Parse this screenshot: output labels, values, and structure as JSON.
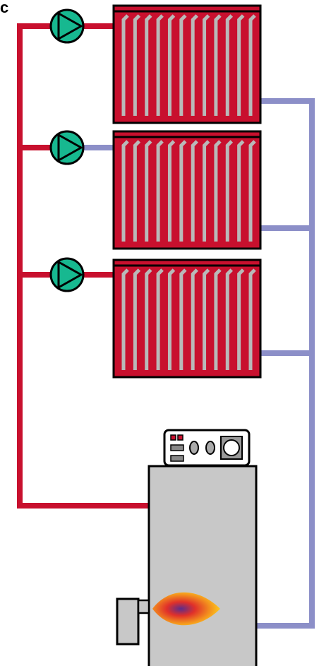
{
  "corner_label": "c",
  "colors": {
    "supply_pipe": "#c8102e",
    "return_pipe": "#8c8fc8",
    "radiator_fill": "#c8102e",
    "radiator_fin": "#b9b9b9",
    "pump_fill": "#17b890",
    "boiler_body": "#c8c8c8",
    "burner_housing": "#c8c8c8",
    "control_panel": "#ffffff",
    "outline": "#000000"
  },
  "components": {
    "radiators": [
      {
        "name": "radiator-1",
        "icon": "radiator-icon"
      },
      {
        "name": "radiator-2",
        "icon": "radiator-icon"
      },
      {
        "name": "radiator-3",
        "icon": "radiator-icon"
      }
    ],
    "pumps": [
      {
        "name": "pump-1",
        "icon": "pump-icon"
      },
      {
        "name": "pump-2",
        "icon": "pump-icon"
      },
      {
        "name": "pump-3",
        "icon": "pump-icon"
      }
    ],
    "boiler": {
      "icon": "boiler-icon",
      "panel_icon": "control-panel-icon",
      "flame_icon": "flame-icon"
    }
  }
}
